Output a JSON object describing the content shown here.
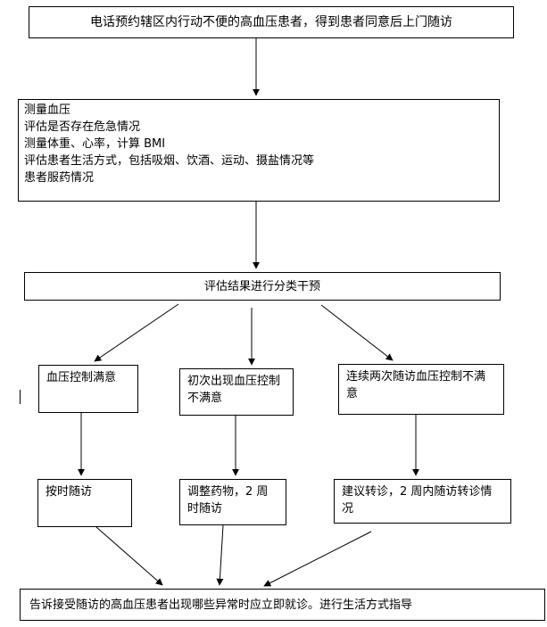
{
  "nodes": {
    "n1": "电话预约辖区内行动不便的高血压患者，得到患者同意后上门随访",
    "n2": [
      "测量血压",
      "评估是否存在危急情况",
      "测量体重、心率，计算 BMI",
      "评估患者生活方式，包括吸烟、饮酒、运动、摄盐情况等",
      "患者服药情况"
    ],
    "n3": "评估结果进行分类干预",
    "n4a": "血压控制满意",
    "n4b": "初次出现血压控制不满意",
    "n4c": "连续两次随访血压控制不满意",
    "n5a": "按时随访",
    "n5b": "调整药物，2 周时随访",
    "n5c": "建议转诊，2 周内随访转诊情况",
    "n6": "告诉接受随访的高血压患者出现哪些异常时应立即就诊。进行生活方式指导"
  }
}
